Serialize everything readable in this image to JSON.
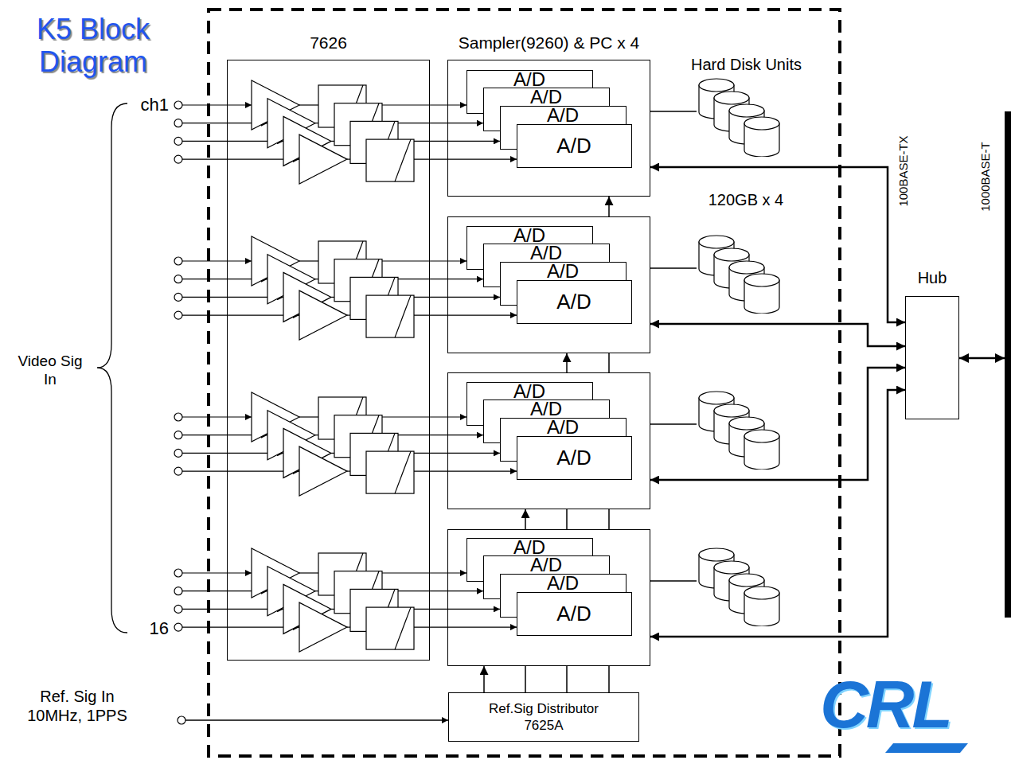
{
  "diagram": {
    "title": "K5 Block Diagram",
    "nodes": [
      {
        "text": [
          "7626"
        ]
      },
      {
        "text": [
          "Sampler(9260) & PC x 4"
        ]
      },
      {
        "text": [
          "A/D"
        ],
        "in": 1
      },
      {
        "text": [
          "A/D"
        ],
        "in": 1
      },
      {
        "text": [
          "A/D"
        ],
        "in": 1
      },
      {
        "text": [
          "A/D"
        ],
        "in": 1
      },
      {
        "text": []
      },
      {
        "text": [
          "A/D"
        ],
        "in": 6
      },
      {
        "text": [
          "A/D"
        ],
        "in": 6
      },
      {
        "text": [
          "A/D"
        ],
        "in": 6
      },
      {
        "text": [
          "A/D"
        ],
        "in": 6
      },
      {
        "text": []
      },
      {
        "text": [
          "A/D"
        ],
        "in": 11
      },
      {
        "text": [
          "A/D"
        ],
        "in": 11
      },
      {
        "text": [
          "A/D"
        ],
        "in": 11
      },
      {
        "text": [
          "A/D"
        ],
        "in": 11
      },
      {
        "text": []
      },
      {
        "text": [
          "A/D"
        ],
        "in": 16
      },
      {
        "text": [
          "A/D"
        ],
        "in": 16
      },
      {
        "text": [
          "A/D"
        ],
        "in": 16
      },
      {
        "text": [
          "A/D"
        ],
        "in": 16
      },
      {
        "text": [
          "Hard Disk Units"
        ]
      },
      {
        "text": []
      },
      {
        "text": []
      },
      {
        "text": []
      },
      {
        "text": [
          "Hub"
        ]
      },
      {
        "text": [
          "Ref.Sig Distributor 7625A"
        ]
      }
    ],
    "edges": [
      {
        "from": 1,
        "to": 21,
        "arrow": "none"
      },
      {
        "from": 6,
        "to": 22,
        "arrow": "none"
      },
      {
        "from": 11,
        "to": 23,
        "arrow": "none"
      },
      {
        "from": 16,
        "to": 24,
        "arrow": "none"
      },
      {
        "from": 25,
        "to": 1,
        "arrow": "both"
      },
      {
        "from": 25,
        "to": 6,
        "arrow": "both"
      },
      {
        "from": 25,
        "to": 11,
        "arrow": "both"
      },
      {
        "from": 25,
        "to": 16,
        "arrow": "both"
      },
      {
        "from": 26,
        "to": 16,
        "arrow": "to"
      },
      {
        "from": 26,
        "to": 11,
        "arrow": "to"
      },
      {
        "from": 26,
        "to": 6,
        "arrow": "to"
      },
      {
        "from": 26,
        "to": 1,
        "arrow": "to"
      }
    ],
    "labels": [
      "ch1",
      "16",
      "Video Sig In",
      "120GB x 4",
      "100BASE-TX",
      "1000BASE-T",
      "Ref. Sig In 10MHz, 1PPS",
      "CRL"
    ]
  }
}
